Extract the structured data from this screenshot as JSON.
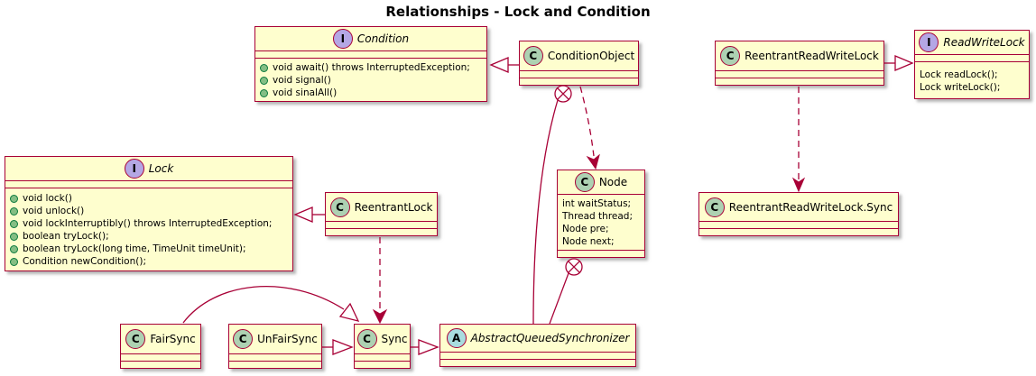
{
  "title": "Relationships - Lock and Condition",
  "colors": {
    "box_fill": "#FEFECE",
    "border": "#A80036",
    "class_icon_fill": "#ADD1B2",
    "interface_icon_fill": "#B4A7E5",
    "abstract_icon_fill": "#A9DCDF",
    "method_dot_fill": "#84BE84",
    "title_text": "#000000"
  },
  "classes": {
    "condition": {
      "icon": "I",
      "stereotype": "interface",
      "name": "Condition",
      "members": [
        "void await() throws InterruptedException;",
        "void signal()",
        "void sinalAll()"
      ]
    },
    "condition_object": {
      "icon": "C",
      "stereotype": "class",
      "name": "ConditionObject"
    },
    "reentrant_read_write_lock": {
      "icon": "C",
      "stereotype": "class",
      "name": "ReentrantReadWriteLock"
    },
    "read_write_lock": {
      "icon": "I",
      "stereotype": "interface",
      "name": "ReadWriteLock",
      "members": [
        "Lock readLock();",
        "Lock writeLock();"
      ]
    },
    "lock": {
      "icon": "I",
      "stereotype": "interface",
      "name": "Lock",
      "members": [
        "void lock()",
        "void unlock()",
        "void lockInterruptibly() throws InterruptedException;",
        "boolean tryLock();",
        "boolean tryLock(long time, TimeUnit timeUnit);",
        "Condition newCondition();"
      ]
    },
    "reentrant_lock": {
      "icon": "C",
      "stereotype": "class",
      "name": "ReentrantLock"
    },
    "node": {
      "icon": "C",
      "stereotype": "class",
      "name": "Node",
      "members": [
        "int waitStatus;",
        "Thread thread;",
        "Node pre;",
        "Node next;"
      ]
    },
    "rrwl_sync": {
      "icon": "C",
      "stereotype": "class",
      "name": "ReentrantReadWriteLock.Sync"
    },
    "fair_sync": {
      "icon": "C",
      "stereotype": "class",
      "name": "FairSync"
    },
    "unfair_sync": {
      "icon": "C",
      "stereotype": "class",
      "name": "UnFairSync"
    },
    "sync": {
      "icon": "C",
      "stereotype": "class",
      "name": "Sync"
    },
    "aqs": {
      "icon": "A",
      "stereotype": "abstract",
      "name": "AbstractQueuedSynchronizer"
    }
  },
  "relationships": [
    {
      "from": "ConditionObject",
      "to": "Condition",
      "type": "realization"
    },
    {
      "from": "ReentrantReadWriteLock",
      "to": "ReadWriteLock",
      "type": "realization"
    },
    {
      "from": "ReentrantLock",
      "to": "Lock",
      "type": "realization"
    },
    {
      "from": "ConditionObject",
      "to": "Node",
      "type": "dependency"
    },
    {
      "from": "ConditionObject",
      "to": "AbstractQueuedSynchronizer",
      "type": "inner-class"
    },
    {
      "from": "Node",
      "to": "AbstractQueuedSynchronizer",
      "type": "inner-class"
    },
    {
      "from": "ReentrantLock",
      "to": "Sync",
      "type": "dependency"
    },
    {
      "from": "ReentrantReadWriteLock",
      "to": "ReentrantReadWriteLock.Sync",
      "type": "dependency"
    },
    {
      "from": "FairSync",
      "to": "Sync",
      "type": "extends"
    },
    {
      "from": "UnFairSync",
      "to": "Sync",
      "type": "extends"
    },
    {
      "from": "Sync",
      "to": "AbstractQueuedSynchronizer",
      "type": "extends"
    }
  ]
}
